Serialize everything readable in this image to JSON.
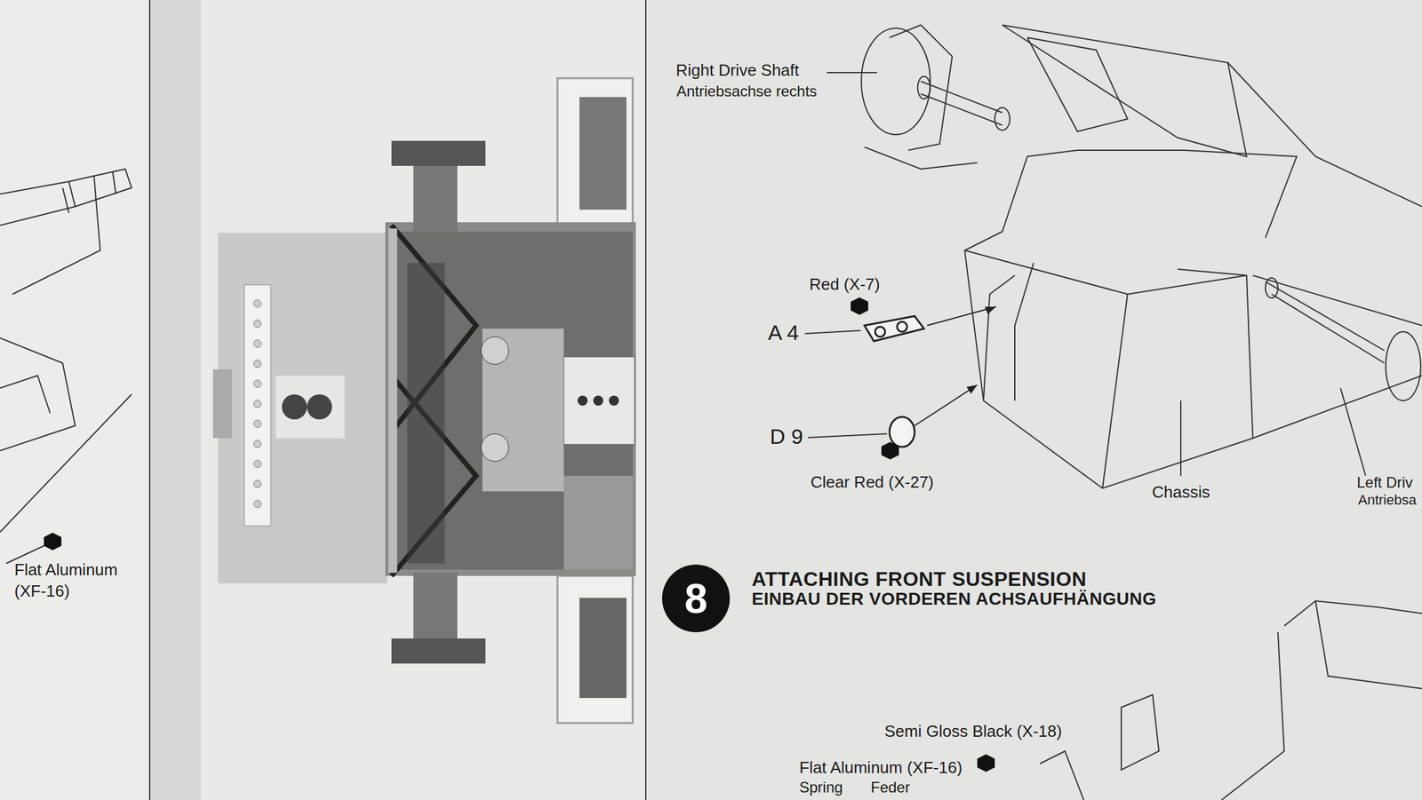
{
  "diagram": {
    "nodes": [
      {
        "text": [
          "8"
        ]
      }
    ],
    "labels": [
      "Flat Aluminum",
      "(XF-16)",
      "Right Drive Shaft",
      "Antriebsachse rechts",
      "Red (X-7)",
      "A 4",
      "D 9",
      "Clear Red (X-27)",
      "Chassis",
      "Left Driv",
      "Antriebsa",
      "ATTACHING FRONT SUSPENSION",
      "EINBAU DER VORDEREN ACHSAUFHÄNGUNG",
      "Semi Gloss Black (X-18)",
      "Flat Aluminum (XF-16)",
      "Spring",
      "Feder"
    ]
  }
}
